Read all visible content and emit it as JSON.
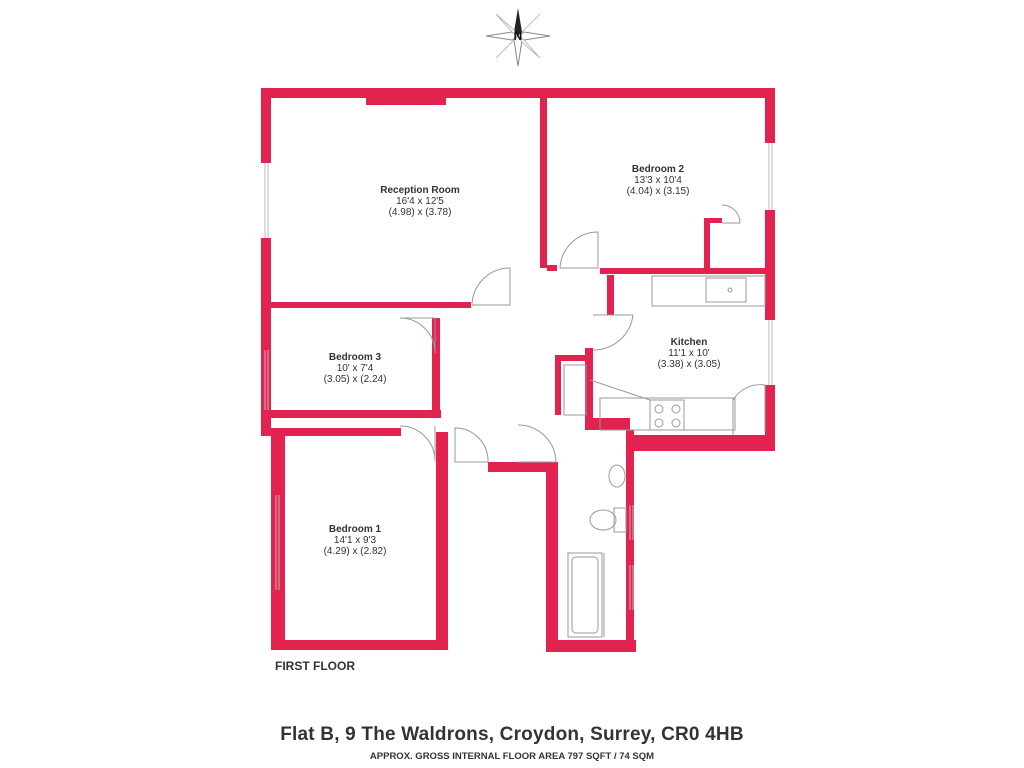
{
  "compass": {
    "letter": "N"
  },
  "rooms": [
    {
      "name": "Reception Room",
      "imperial": "16'4 x 12'5",
      "metric": "(4.98) x (3.78)"
    },
    {
      "name": "Bedroom 2",
      "imperial": "13'3 x 10'4",
      "metric": "(4.04) x (3.15)"
    },
    {
      "name": "Bedroom 3",
      "imperial": "10' x 7'4",
      "metric": "(3.05) x (2.24)"
    },
    {
      "name": "Kitchen",
      "imperial": "11'1 x 10'",
      "metric": "(3.38) x (3.05)"
    },
    {
      "name": "Bedroom 1",
      "imperial": "14'1 x 9'3",
      "metric": "(4.29) x (2.82)"
    }
  ],
  "floor_label": "FIRST FLOOR",
  "address": "Flat B, 9 The Waldrons, Croydon, Surrey, CR0 4HB",
  "area_note": "APPROX. GROSS INTERNAL FLOOR AREA 797 SQFT / 74 SQM",
  "colors": {
    "wall": "#e2234f",
    "text": "#333333",
    "fixture": "#999999"
  }
}
